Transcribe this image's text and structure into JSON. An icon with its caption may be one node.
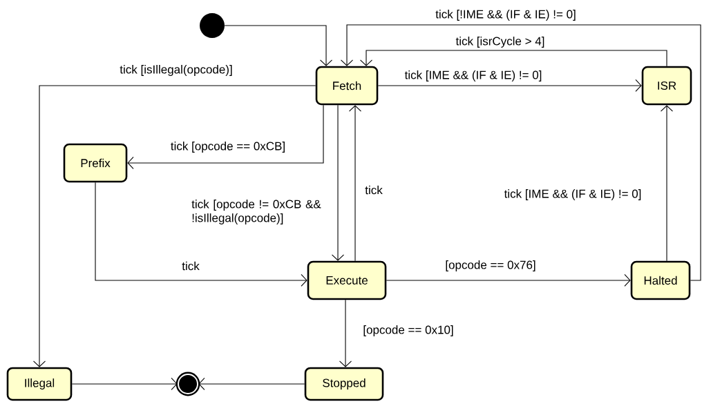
{
  "diagram": {
    "nodes": [
      {
        "text": [],
        "shape": "circle"
      },
      {
        "text": [
          "Fetch"
        ]
      },
      {
        "text": [
          "ISR"
        ]
      },
      {
        "text": [
          "Prefix"
        ]
      },
      {
        "text": [
          "Execute"
        ]
      },
      {
        "text": [
          "Halted"
        ]
      },
      {
        "text": [
          "Illegal"
        ]
      },
      {
        "text": [],
        "shape": "bullseye"
      },
      {
        "text": [
          "Stopped"
        ]
      }
    ],
    "edges": [
      {
        "from": 0,
        "to": 1,
        "arrow": "to"
      },
      {
        "from": 1,
        "to": 2,
        "arrow": "to",
        "label": "tick [IME && (IF & IE) != 0]"
      },
      {
        "from": 2,
        "to": 1,
        "arrow": "to",
        "label": "tick [isrCycle > 4]"
      },
      {
        "from": 5,
        "to": 1,
        "arrow": "to",
        "label": "tick [!IME && (IF & IE) != 0]"
      },
      {
        "from": 1,
        "to": 6,
        "arrow": "to",
        "label": "tick [isIllegal(opcode)]"
      },
      {
        "from": 1,
        "to": 3,
        "arrow": "to",
        "label": "tick [opcode == 0xCB]"
      },
      {
        "from": 1,
        "to": 4,
        "arrow": "to",
        "label": "tick [opcode != 0xCB && !isIllegal(opcode)]"
      },
      {
        "from": 4,
        "to": 1,
        "arrow": "to",
        "label": "tick"
      },
      {
        "from": 3,
        "to": 4,
        "arrow": "to",
        "label": "tick"
      },
      {
        "from": 4,
        "to": 5,
        "arrow": "to",
        "label": "[opcode == 0x76]"
      },
      {
        "from": 5,
        "to": 2,
        "arrow": "to",
        "label": "tick [IME && (IF & IE) != 0]"
      },
      {
        "from": 4,
        "to": 8,
        "arrow": "to",
        "label": "[opcode == 0x10]"
      },
      {
        "from": 6,
        "to": 7,
        "arrow": "to"
      },
      {
        "from": 8,
        "to": 7,
        "arrow": "to"
      }
    ]
  }
}
